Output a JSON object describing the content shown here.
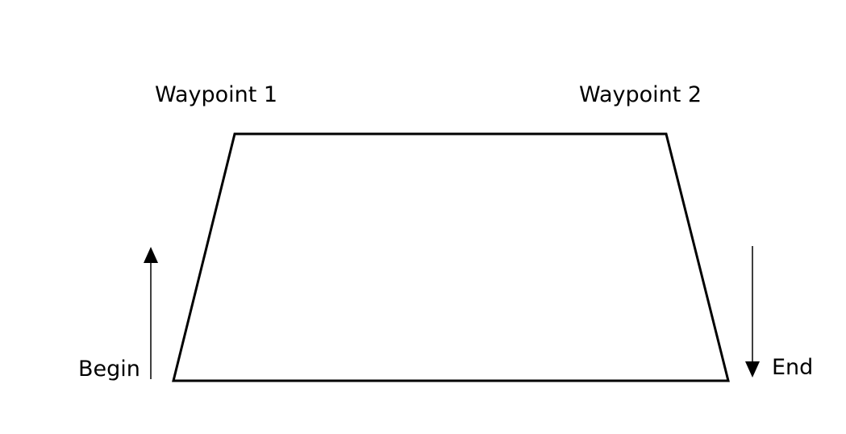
{
  "labels": {
    "waypoint_1": "Waypoint 1",
    "waypoint_2": "Waypoint 2",
    "begin": "Begin",
    "end": "End"
  },
  "colors": {
    "stroke": "#000000",
    "background": "#ffffff"
  }
}
